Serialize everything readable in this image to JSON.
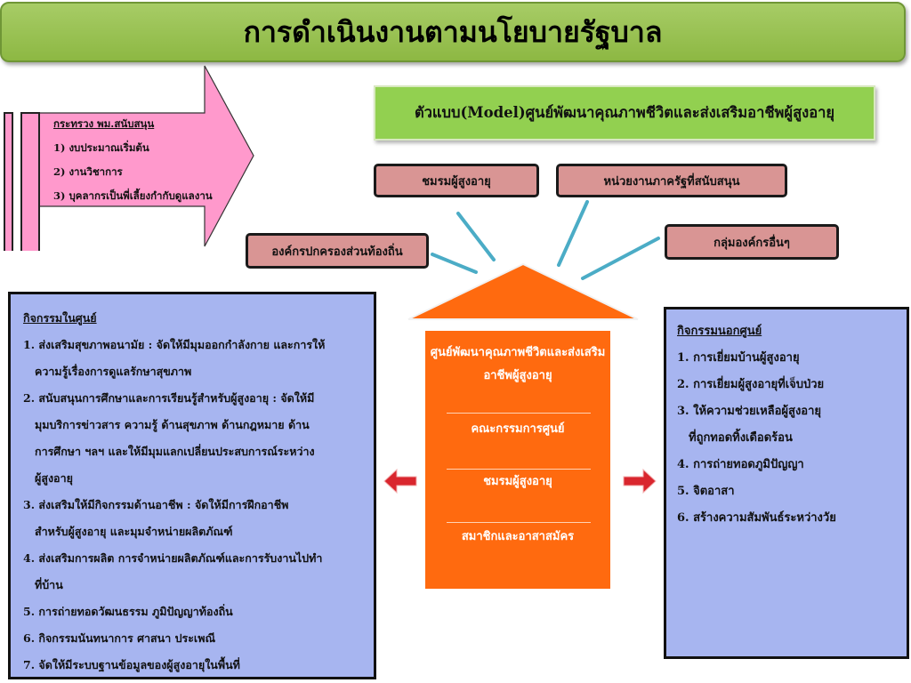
{
  "title": "การดำเนินงานตามนโยบายรัฐบาล",
  "support_arrow": {
    "heading": "กระทรวง พม.สนับสนุน",
    "items": [
      "1) งบประมาณเริ่มต้น",
      "2) งานวิชาการ",
      "3) บุคลากรเป็นพี่เลี้ยงกำกับดูแลงาน"
    ],
    "color": "#ff99cc"
  },
  "model": {
    "label": "ตัวแบบ(Model)ศูนย์พัฒนาคุณภาพชีวิตและส่งเสริมอาชีพผู้สูงอายุ",
    "color": "#92d050"
  },
  "partners": {
    "club": "ชมรมผู้สูงอายุ",
    "gov": "หน่วยงานภาครัฐที่สนับสนุน",
    "local": "องค์กรปกครองส่วนท้องถิ่น",
    "other": "กลุ่มองค์กรอื่นๆ",
    "color": "#d99594"
  },
  "center": {
    "items": [
      "ศูนย์พัฒนาคุณภาพชีวิตและส่งเสริมอาชีพผู้สูงอายุ",
      "คณะกรรมการศูนย์",
      "ชมรมผู้สูงอายุ",
      "สมาชิกและอาสาสมัคร"
    ],
    "color": "#ff6a0f"
  },
  "inside": {
    "heading": "กิจกรรมในศูนย์",
    "lines": [
      "1. ส่งเสริมสุขภาพอนามัย : จัดให้มีมุมออกกำลังกาย และการให้",
      "ความรู้เรื่องการดูแลรักษาสุขภาพ",
      "2. สนับสนุนการศึกษาและการเรียนรู้สำหรับผู้สูงอายุ : จัดให้มี",
      "มุมบริการข่าวสาร ความรู้ ด้านสุขภาพ ด้านกฎหมาย ด้าน",
      "การศึกษา ฯลฯ และให้มีมุมแลกเปลี่ยนประสบการณ์ระหว่าง",
      "ผู้สูงอายุ",
      "3. ส่งเสริมให้มีกิจกรรมด้านอาชีพ : จัดให้มีการฝึกอาชีพ",
      "สำหรับผู้สูงอายุ และมุมจำหน่ายผลิตภัณฑ์",
      "4. ส่งเสริมการผลิต การจำหน่ายผลิตภัณฑ์และการรับงานไปทำ",
      "ที่บ้าน",
      "5. การถ่ายทอดวัฒนธรรม ภูมิปัญญาท้องถิ่น",
      "6. กิจกรรมนันทนาการ ศาสนา ประเพณี",
      "7. จัดให้มีระบบฐานข้อมูลของผู้สูงอายุในพื้นที่"
    ]
  },
  "outside": {
    "heading": "กิจกรรมนอกศูนย์",
    "lines": [
      "1. การเยี่ยมบ้านผู้สูงอายุ",
      "2. การเยี่ยมผู้สูงอายุที่เจ็บป่วย",
      "3. ให้ความช่วยเหลือผู้สูงอายุ",
      "ที่ถูกทอดทิ้งเดือดร้อน",
      "4. การถ่ายทอดภูมิปัญญา",
      "5. จิตอาสา",
      "6. สร้างความสัมพันธ์ระหว่างวัย"
    ]
  },
  "colors": {
    "activity_box": "#a7b5f0",
    "title_bar": "#9bc352",
    "connector": "#4bacc6",
    "side_arrow": "#d9262e"
  }
}
